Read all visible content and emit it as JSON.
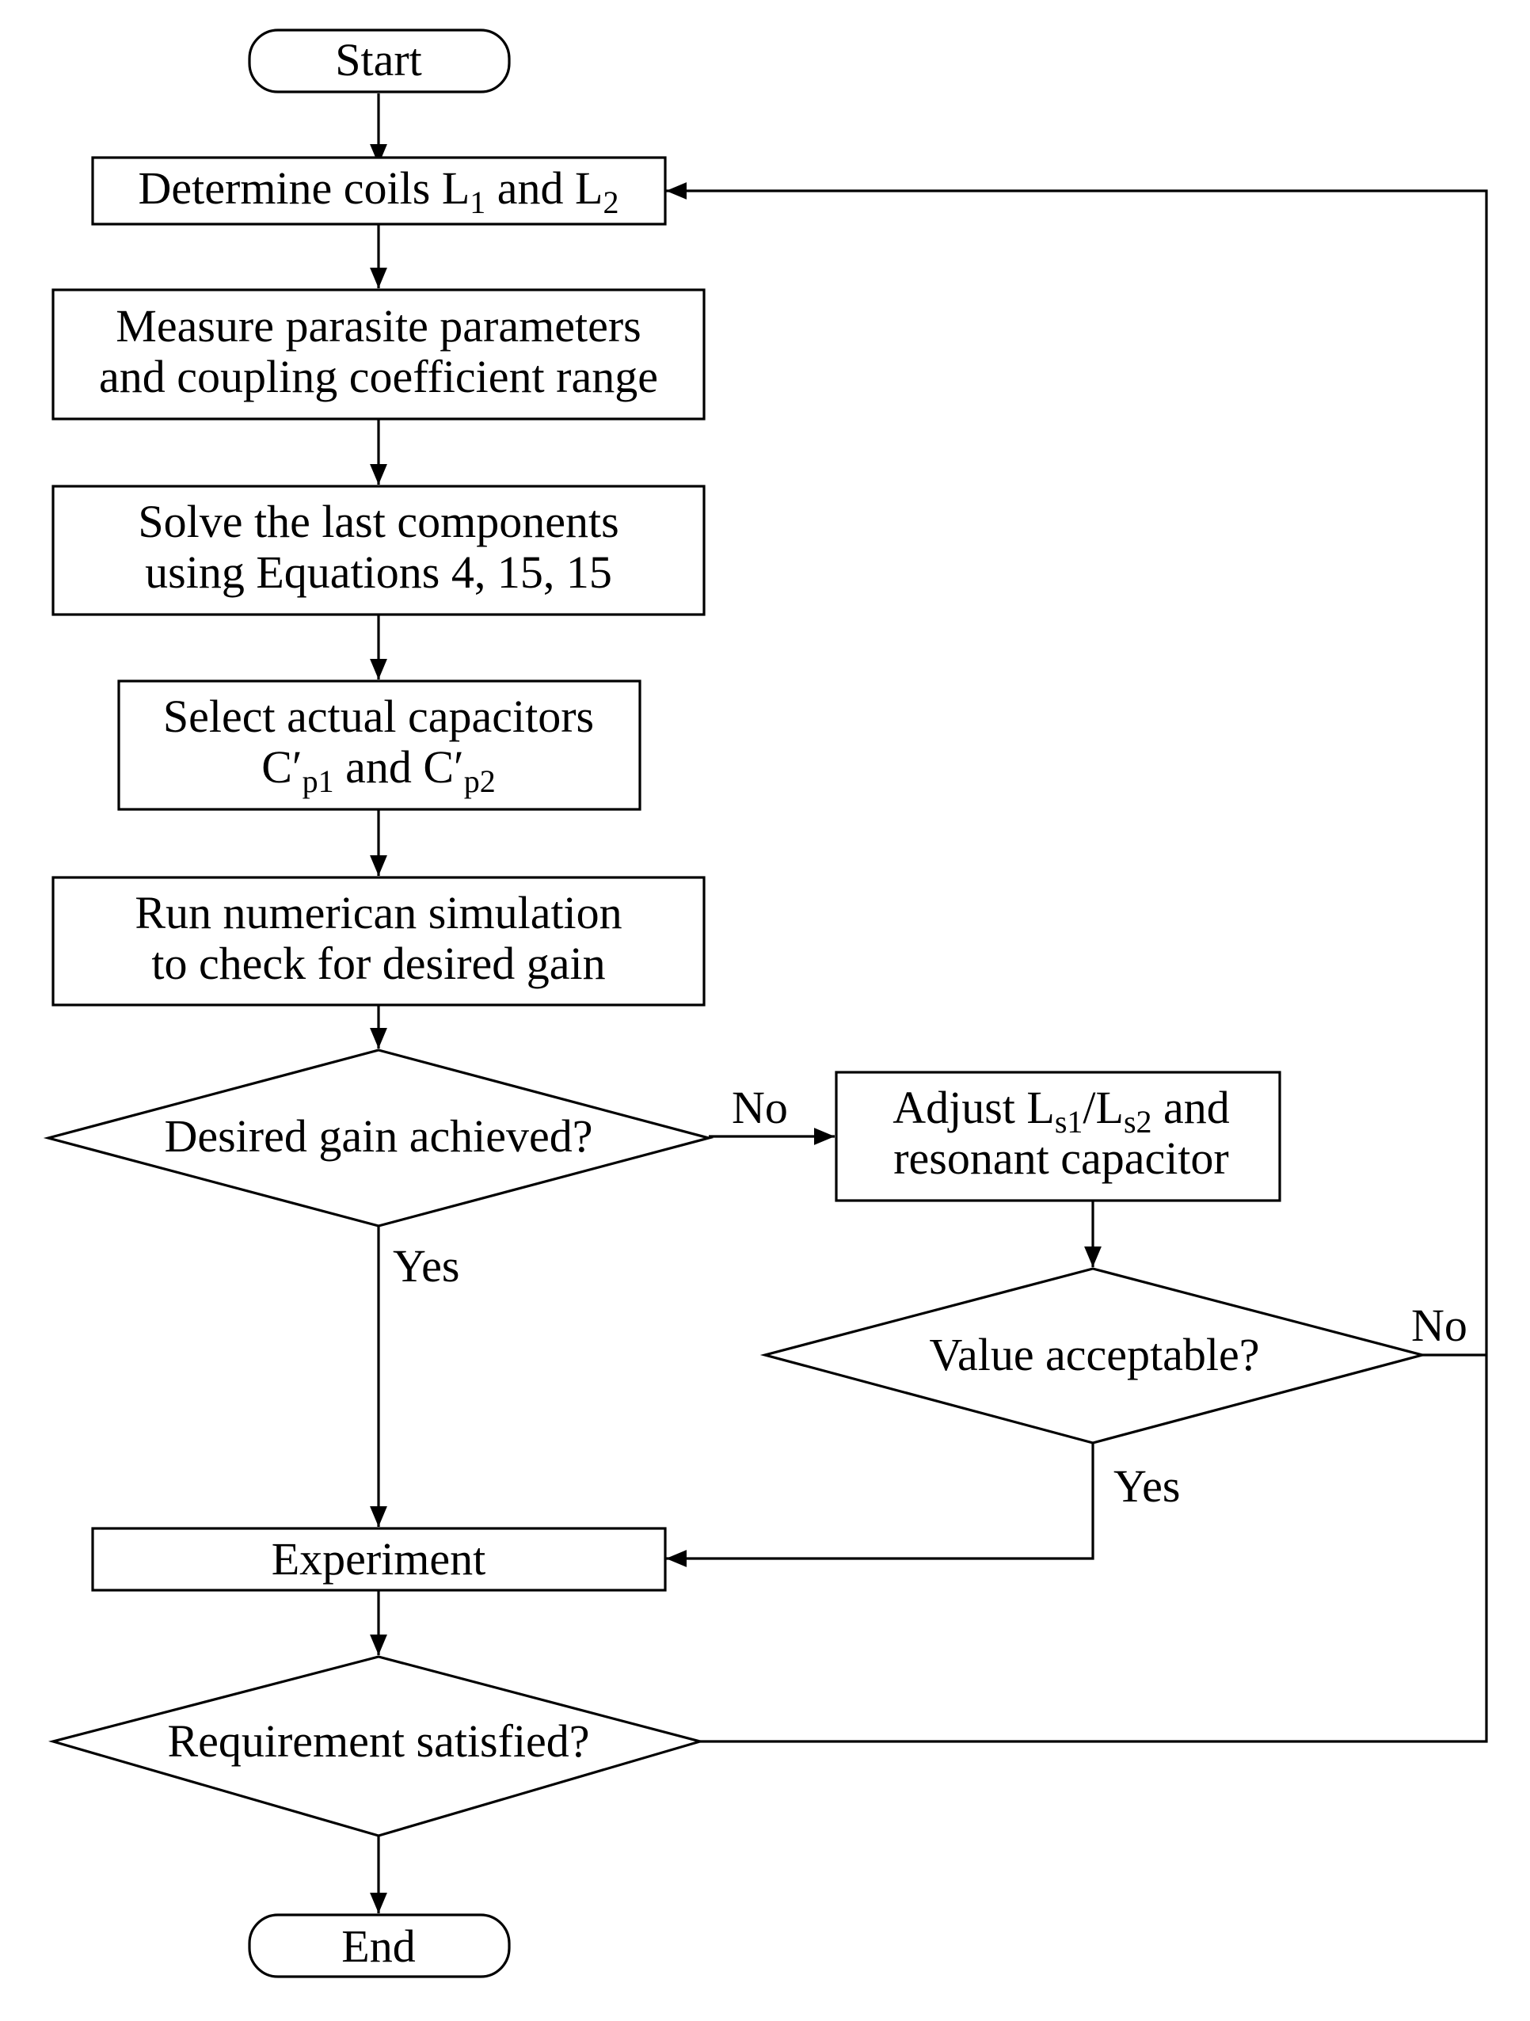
{
  "nodes": {
    "start": {
      "text": "Start"
    },
    "determine": {
      "pre": "Determine coils L",
      "s1": "1",
      "mid": " and L",
      "s2": "2"
    },
    "measure": {
      "line1": "Measure parasite parameters",
      "line2": "and coupling coefficient range"
    },
    "solve": {
      "line1": "Solve the last components",
      "line2": "using Equations 4, 15, 15"
    },
    "select": {
      "line1": "Select actual capacitors",
      "p1": "C′",
      "s1": "p1",
      "mid": " and C′",
      "s2": "p2"
    },
    "run": {
      "line1": "Run numerican simulation",
      "line2": "to check for desired gain"
    },
    "gain_decision": {
      "text": "Desired gain achieved?"
    },
    "adjust": {
      "p1": "Adjust L",
      "s1": "s1",
      "mid": "/L",
      "s2": "s2",
      "post": " and",
      "line2": "resonant capacitor"
    },
    "value_decision": {
      "text": "Value acceptable?"
    },
    "experiment": {
      "text": "Experiment"
    },
    "requirement_decision": {
      "text": "Requirement satisfied?"
    },
    "end": {
      "text": "End"
    }
  },
  "edge_labels": {
    "gain_no": "No",
    "gain_yes": "Yes",
    "value_no": "No",
    "value_yes": "Yes"
  }
}
